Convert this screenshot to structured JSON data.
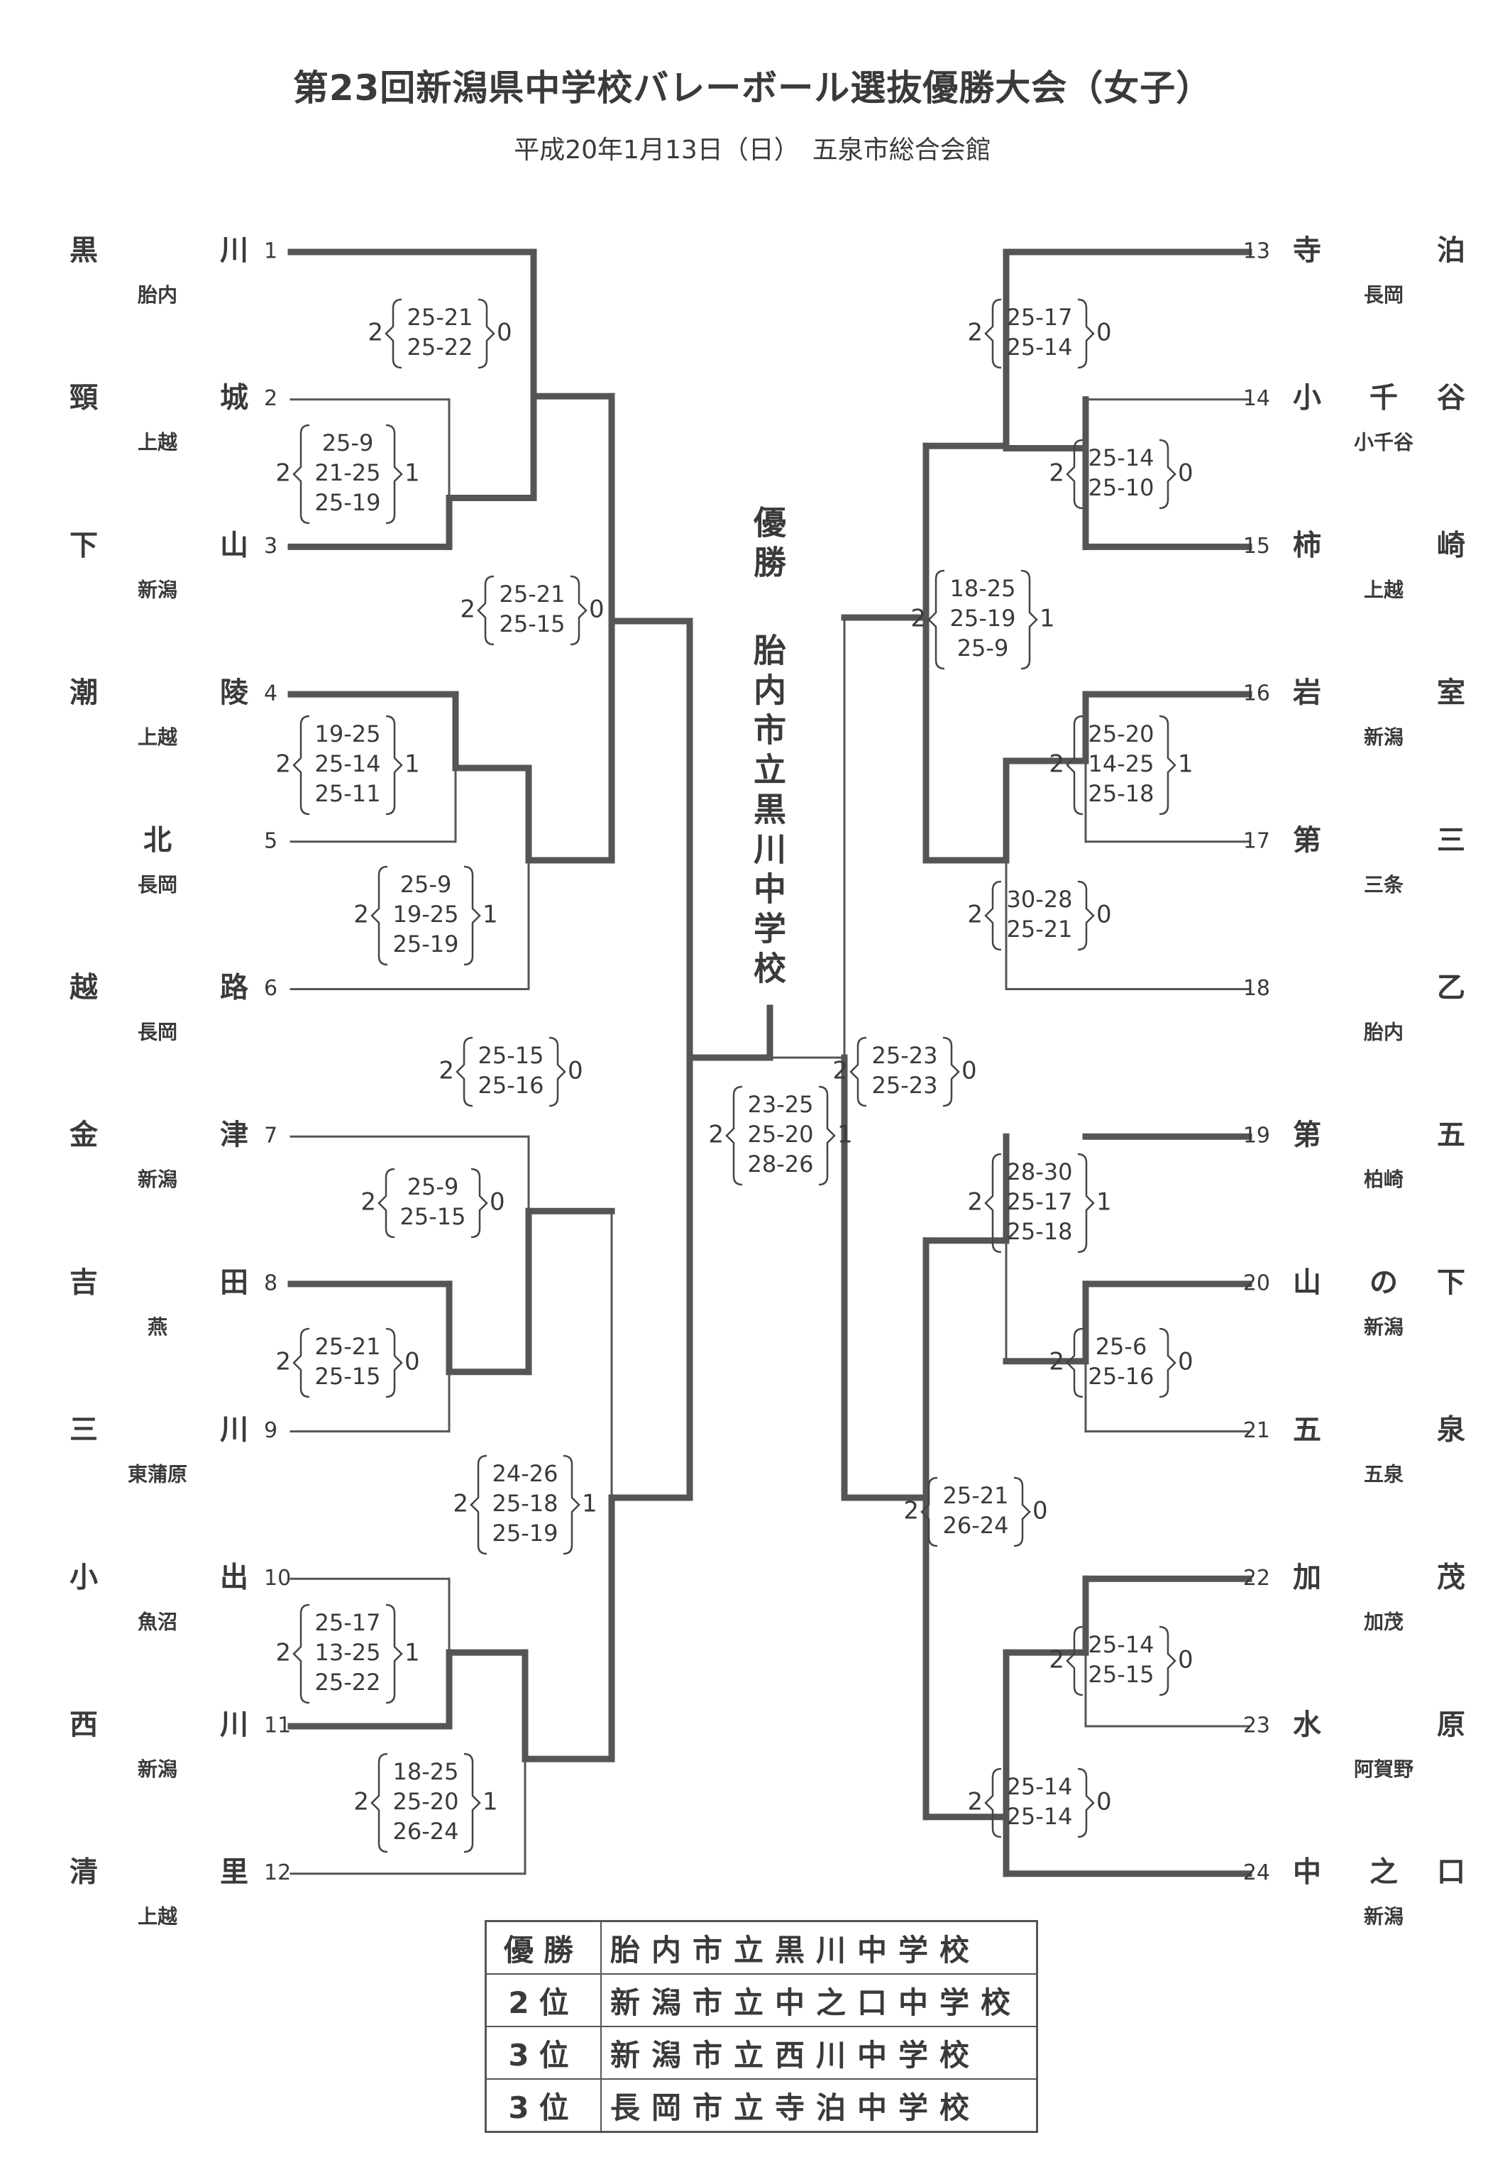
{
  "title": "第23回新潟県中学校バレーボール選抜優勝大会（女子）",
  "subtitle": "平成20年1月13日（日）　五泉市総合会館",
  "champion": {
    "label": "優勝",
    "school": "胎内市立黒川中学校"
  },
  "teams": [
    {
      "seed": "1",
      "first": "黒",
      "last": "川",
      "city": "胎内"
    },
    {
      "seed": "2",
      "first": "頸",
      "last": "城",
      "city": "上越"
    },
    {
      "seed": "3",
      "first": "下",
      "last": "山",
      "city": "新潟"
    },
    {
      "seed": "4",
      "first": "潮",
      "last": "陵",
      "city": "上越"
    },
    {
      "seed": "5",
      "first": "",
      "last": "北",
      "city": "長岡"
    },
    {
      "seed": "6",
      "first": "越",
      "last": "路",
      "city": "長岡"
    },
    {
      "seed": "7",
      "first": "金",
      "last": "津",
      "city": "新潟"
    },
    {
      "seed": "8",
      "first": "吉",
      "last": "田",
      "city": "燕"
    },
    {
      "seed": "9",
      "first": "三",
      "last": "川",
      "city": "東蒲原"
    },
    {
      "seed": "10",
      "first": "小",
      "last": "出",
      "city": "魚沼"
    },
    {
      "seed": "11",
      "first": "西",
      "last": "川",
      "city": "新潟"
    },
    {
      "seed": "12",
      "first": "清",
      "last": "里",
      "city": "上越"
    },
    {
      "seed": "13",
      "first": "寺",
      "last": "泊",
      "city": "長岡"
    },
    {
      "seed": "14",
      "first": "小",
      "mid": "千",
      "last": "谷",
      "city": "小千谷"
    },
    {
      "seed": "15",
      "first": "柿",
      "last": "崎",
      "city": "上越"
    },
    {
      "seed": "16",
      "first": "岩",
      "last": "室",
      "city": "新潟"
    },
    {
      "seed": "17",
      "first": "第",
      "last": "三",
      "city": "三条"
    },
    {
      "seed": "18",
      "first": "",
      "last": "乙",
      "city": "胎内"
    },
    {
      "seed": "19",
      "first": "第",
      "last": "五",
      "city": "柏崎"
    },
    {
      "seed": "20",
      "first": "山",
      "mid": "の",
      "last": "下",
      "city": "新潟"
    },
    {
      "seed": "21",
      "first": "五",
      "last": "泉",
      "city": "五泉"
    },
    {
      "seed": "22",
      "first": "加",
      "last": "茂",
      "city": "加茂"
    },
    {
      "seed": "23",
      "first": "水",
      "last": "原",
      "city": "阿賀野"
    },
    {
      "seed": "24",
      "first": "中",
      "mid": "之",
      "last": "口",
      "city": "新潟"
    }
  ],
  "matches": [
    {
      "winner_sets": "2",
      "loser_sets": "0",
      "sets": [
        "25-21",
        "25-22"
      ]
    },
    {
      "winner_sets": "2",
      "loser_sets": "1",
      "sets": [
        "25-9",
        "21-25",
        "25-19"
      ]
    },
    {
      "winner_sets": "2",
      "loser_sets": "0",
      "sets": [
        "25-21",
        "25-15"
      ]
    },
    {
      "winner_sets": "2",
      "loser_sets": "1",
      "sets": [
        "19-25",
        "25-14",
        "25-11"
      ]
    },
    {
      "winner_sets": "2",
      "loser_sets": "1",
      "sets": [
        "25-9",
        "19-25",
        "25-19"
      ]
    },
    {
      "winner_sets": "2",
      "loser_sets": "0",
      "sets": [
        "25-15",
        "25-16"
      ]
    },
    {
      "winner_sets": "2",
      "loser_sets": "0",
      "sets": [
        "25-9",
        "25-15"
      ]
    },
    {
      "winner_sets": "2",
      "loser_sets": "0",
      "sets": [
        "25-21",
        "25-15"
      ]
    },
    {
      "winner_sets": "2",
      "loser_sets": "1",
      "sets": [
        "24-26",
        "25-18",
        "25-19"
      ]
    },
    {
      "winner_sets": "2",
      "loser_sets": "1",
      "sets": [
        "25-17",
        "13-25",
        "25-22"
      ]
    },
    {
      "winner_sets": "2",
      "loser_sets": "1",
      "sets": [
        "18-25",
        "25-20",
        "26-24"
      ]
    },
    {
      "winner_sets": "2",
      "loser_sets": "1",
      "sets": [
        "23-25",
        "25-20",
        "28-26"
      ]
    },
    {
      "winner_sets": "2",
      "loser_sets": "0",
      "sets": [
        "25-17",
        "25-14"
      ]
    },
    {
      "winner_sets": "2",
      "loser_sets": "0",
      "sets": [
        "25-14",
        "25-10"
      ]
    },
    {
      "winner_sets": "2",
      "loser_sets": "1",
      "sets": [
        "18-25",
        "25-19",
        "25-9"
      ]
    },
    {
      "winner_sets": "2",
      "loser_sets": "1",
      "sets": [
        "25-20",
        "14-25",
        "25-18"
      ]
    },
    {
      "winner_sets": "2",
      "loser_sets": "0",
      "sets": [
        "30-28",
        "25-21"
      ]
    },
    {
      "winner_sets": "2",
      "loser_sets": "0",
      "sets": [
        "25-23",
        "25-23"
      ]
    },
    {
      "winner_sets": "2",
      "loser_sets": "1",
      "sets": [
        "28-30",
        "25-17",
        "25-18"
      ]
    },
    {
      "winner_sets": "2",
      "loser_sets": "0",
      "sets": [
        "25-6",
        "25-16"
      ]
    },
    {
      "winner_sets": "2",
      "loser_sets": "0",
      "sets": [
        "25-21",
        "26-24"
      ]
    },
    {
      "winner_sets": "2",
      "loser_sets": "0",
      "sets": [
        "25-14",
        "25-15"
      ]
    },
    {
      "winner_sets": "2",
      "loser_sets": "0",
      "sets": [
        "25-14",
        "25-14"
      ]
    }
  ],
  "results": [
    {
      "rank": "優勝",
      "school": "胎内市立黒川中学校"
    },
    {
      "rank": "2位",
      "school": "新潟市立中之口中学校"
    },
    {
      "rank": "3位",
      "school": "新潟市立西川中学校"
    },
    {
      "rank": "3位",
      "school": "長岡市立寺泊中学校"
    }
  ]
}
